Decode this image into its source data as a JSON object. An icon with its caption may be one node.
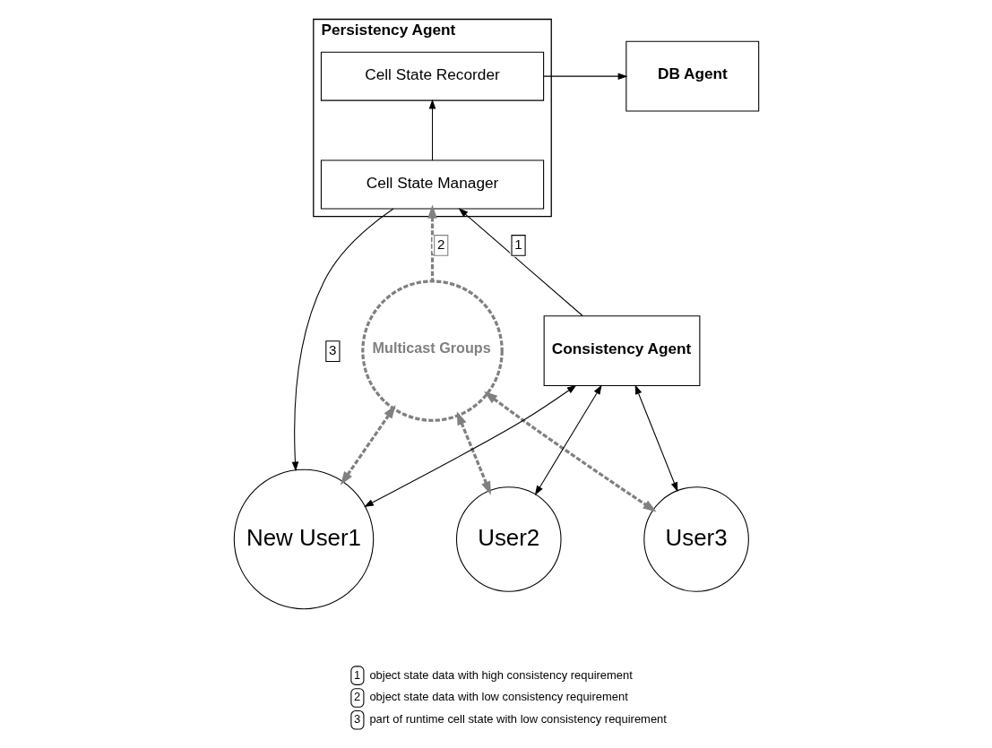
{
  "diagram": {
    "nodes": [
      {
        "text": [
          "Persistency Agent"
        ]
      },
      {
        "text": [
          "Cell State Recorder"
        ],
        "in": 0
      },
      {
        "text": [
          "Cell State Manager"
        ],
        "in": 0
      },
      {
        "text": [
          "DB Agent"
        ]
      },
      {
        "text": [
          "Multicast Groups"
        ]
      },
      {
        "text": [
          "Consistency Agent"
        ]
      },
      {
        "text": [
          "New User1"
        ]
      },
      {
        "text": [
          "User2"
        ]
      },
      {
        "text": [
          "User3"
        ]
      }
    ],
    "edges": [
      {
        "from": 1,
        "to": 3,
        "arrow": "to"
      },
      {
        "from": 2,
        "to": 1,
        "arrow": "to"
      },
      {
        "from": 2,
        "to": 6,
        "arrow": "to",
        "label": "3"
      },
      {
        "from": 5,
        "to": 2,
        "arrow": "to",
        "label": "1"
      },
      {
        "from": 4,
        "to": 2,
        "arrow": "to",
        "label": "2",
        "style": "dashed",
        "color": "#808080"
      },
      {
        "from": 4,
        "to": 6,
        "arrow": "both",
        "style": "dashed",
        "color": "#808080"
      },
      {
        "from": 4,
        "to": 7,
        "arrow": "both",
        "style": "dashed",
        "color": "#808080"
      },
      {
        "from": 4,
        "to": 8,
        "arrow": "both",
        "style": "dashed",
        "color": "#808080"
      },
      {
        "from": 5,
        "to": 6,
        "arrow": "both"
      },
      {
        "from": 5,
        "to": 7,
        "arrow": "both"
      },
      {
        "from": 5,
        "to": 8,
        "arrow": "both"
      }
    ],
    "labels": [
      "1",
      "2",
      "3"
    ],
    "legend": [
      {
        "text": "object state data with high consistency requirement"
      },
      {
        "text": "object state data with low consistency requirement"
      },
      {
        "text": "part of runtime cell state with low consistency requirement"
      }
    ]
  }
}
